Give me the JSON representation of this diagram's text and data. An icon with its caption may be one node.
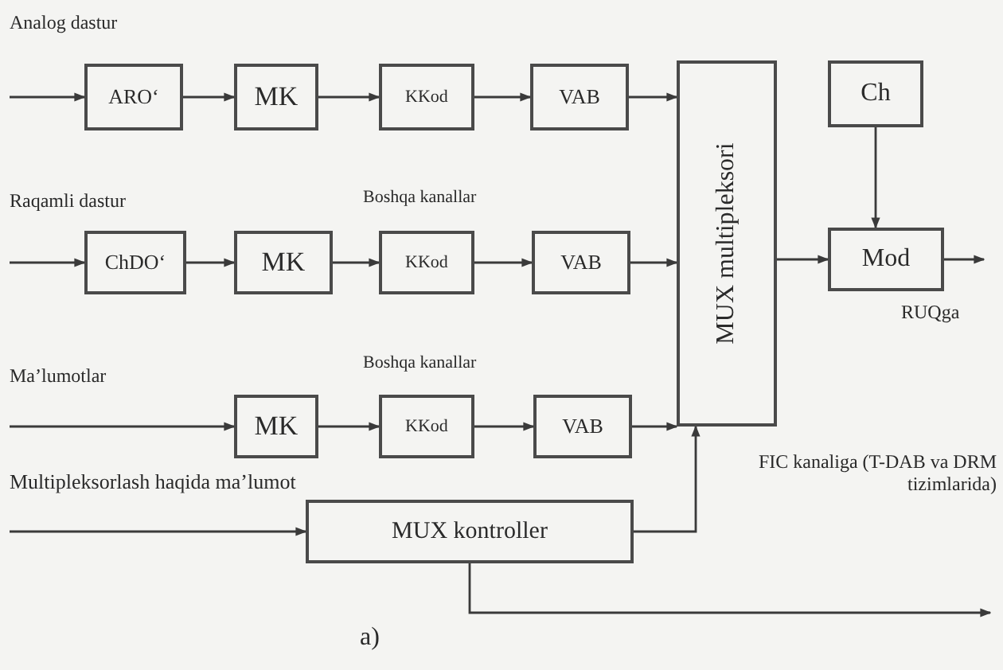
{
  "diagram": {
    "nodes": [
      {
        "text": [
          "AROʻ"
        ]
      },
      {
        "text": [
          "MK"
        ]
      },
      {
        "text": [
          "KKod"
        ]
      },
      {
        "text": [
          "VAB"
        ]
      },
      {
        "text": [
          "MUX multipleksori"
        ]
      },
      {
        "text": [
          "Ch"
        ]
      },
      {
        "text": [
          "Mod"
        ]
      },
      {
        "text": [
          "ChDOʻ"
        ]
      },
      {
        "text": [
          "MK"
        ]
      },
      {
        "text": [
          "KKod"
        ]
      },
      {
        "text": [
          "VAB"
        ]
      },
      {
        "text": [
          "MK"
        ]
      },
      {
        "text": [
          "KKod"
        ]
      },
      {
        "text": [
          "VAB"
        ]
      },
      {
        "text": [
          "MUX kontroller"
        ]
      }
    ],
    "edges": [
      {
        "from": null,
        "to": 0,
        "arrow": "to"
      },
      {
        "from": 0,
        "to": 1,
        "arrow": "to"
      },
      {
        "from": 1,
        "to": 2,
        "arrow": "to"
      },
      {
        "from": 2,
        "to": 3,
        "arrow": "to"
      },
      {
        "from": 3,
        "to": 4,
        "arrow": "to"
      },
      {
        "from": 5,
        "to": 6,
        "arrow": "to"
      },
      {
        "from": null,
        "to": 7,
        "arrow": "to"
      },
      {
        "from": 7,
        "to": 8,
        "arrow": "to"
      },
      {
        "from": 8,
        "to": 9,
        "arrow": "to"
      },
      {
        "from": 9,
        "to": 10,
        "arrow": "to"
      },
      {
        "from": 10,
        "to": 4,
        "arrow": "to"
      },
      {
        "from": 4,
        "to": 6,
        "arrow": "to"
      },
      {
        "from": 6,
        "to": null,
        "arrow": "to"
      },
      {
        "from": null,
        "to": 11,
        "arrow": "to"
      },
      {
        "from": 11,
        "to": 12,
        "arrow": "to"
      },
      {
        "from": 12,
        "to": 13,
        "arrow": "to"
      },
      {
        "from": 13,
        "to": 4,
        "arrow": "to"
      },
      {
        "from": null,
        "to": 14,
        "arrow": "to"
      },
      {
        "from": 14,
        "to": 4,
        "arrow": "to"
      },
      {
        "from": 14,
        "to": null,
        "arrow": "to"
      }
    ],
    "labels": [
      "Analog dastur",
      "Raqamli dastur",
      "Boshqa kanallar",
      "RUQga",
      "Boshqa kanallar",
      "Ma’lumotlar",
      "Multipleksorlash haqida ma’lumot",
      "FIC kanaliga (T-DAB va DRM tizimlarida)",
      "a)"
    ]
  }
}
